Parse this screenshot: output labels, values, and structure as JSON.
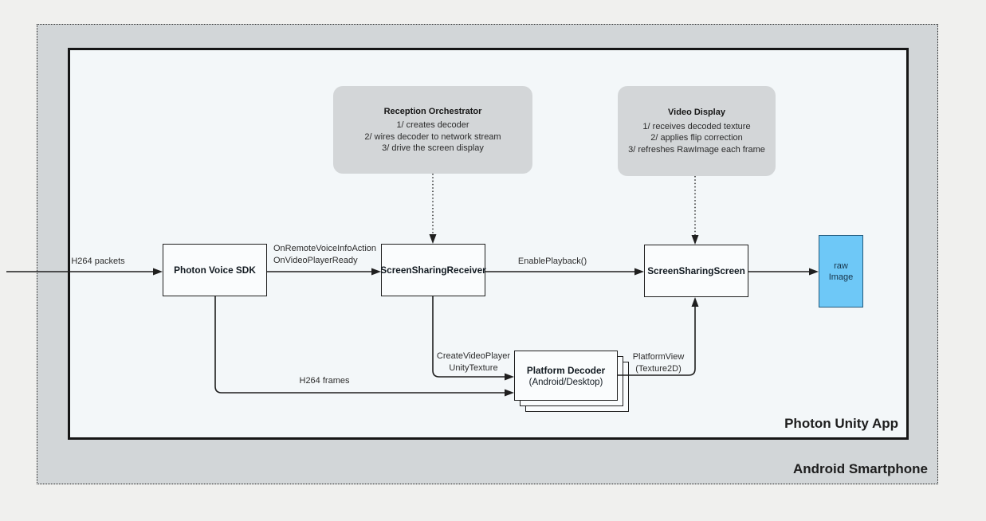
{
  "device": {
    "label": "Android Smartphone"
  },
  "app": {
    "label": "Photon Unity App"
  },
  "annotations": {
    "reception": {
      "title": "Reception Orchestrator",
      "line1": "1/ creates decoder",
      "line2": "2/ wires decoder to network stream",
      "line3": "3/ drive the screen display"
    },
    "video": {
      "title": "Video Display",
      "line1": "1/ receives decoded texture",
      "line2": "2/ applies flip correction",
      "line3": "3/ refreshes RawImage each frame"
    }
  },
  "nodes": {
    "sdk": {
      "label": "Photon Voice SDK"
    },
    "receiver": {
      "label": "ScreenSharingReceiver"
    },
    "screen": {
      "label": "ScreenSharingScreen"
    },
    "decoder": {
      "label": "Platform Decoder",
      "sublabel": "(Android/Desktop)"
    },
    "raw_image": {
      "line1": "raw",
      "line2": "Image"
    }
  },
  "edges": {
    "incoming": {
      "label": "H264 packets"
    },
    "sdk_to_receiver": {
      "line1": "OnRemoteVoiceInfoAction",
      "line2": "OnVideoPlayerReady"
    },
    "receiver_to_screen": {
      "label": "EnablePlayback()"
    },
    "sdk_to_decoder": {
      "label": "H264 frames"
    },
    "receiver_to_decoder": {
      "line1": "CreateVideoPlayer",
      "line2": "UnityTexture"
    },
    "decoder_to_screen": {
      "line1": "PlatformView",
      "line2": "(Texture2D)"
    }
  },
  "colors": {
    "page_background": "#f0f0ee",
    "device_fill": "#d2d6d8",
    "app_fill": "#f3f7f9",
    "node_fill": "#fafcfd",
    "annotation_fill": "#d3d6d8",
    "raw_image_fill": "#6ec8f7",
    "line_color": "#1f1f1f"
  }
}
